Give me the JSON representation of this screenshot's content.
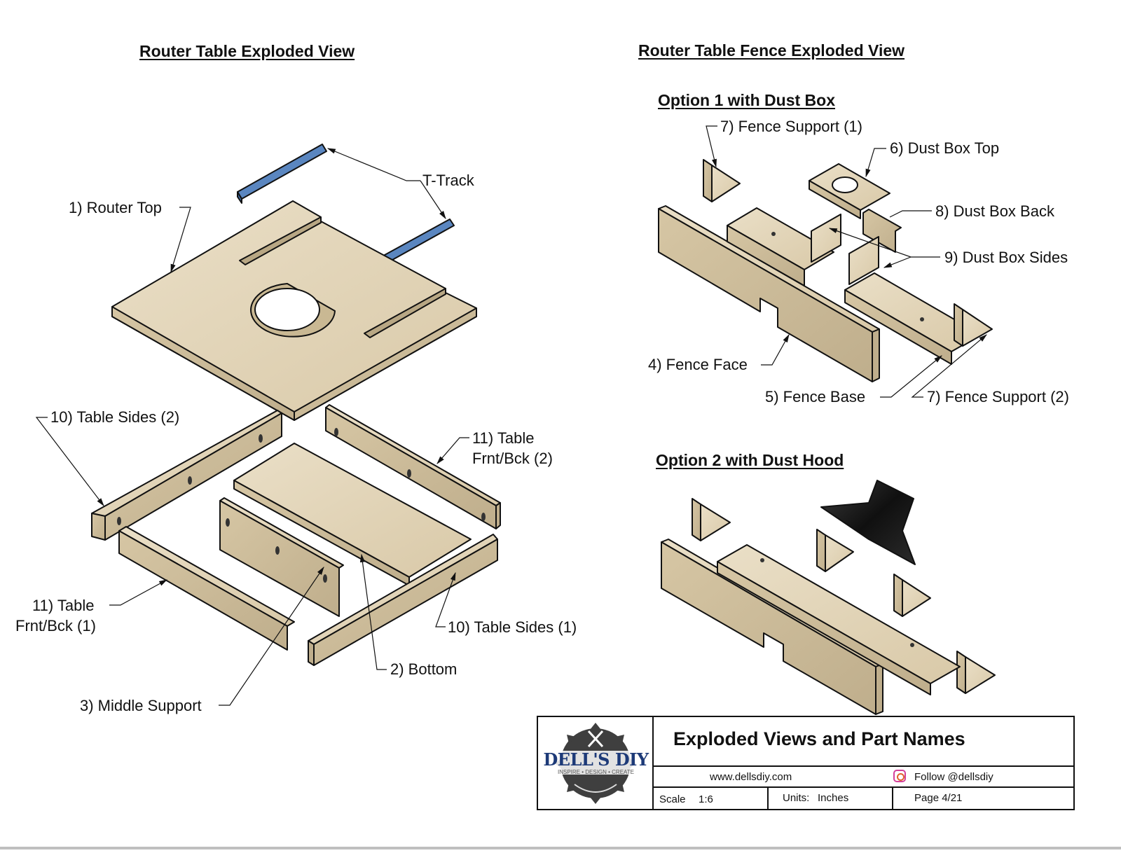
{
  "headings": {
    "router_table": "Router Table Exploded View",
    "fence": "Router Table Fence Exploded View",
    "option1": "Option 1 with Dust Box",
    "option2": "Option 2 with Dust Hood"
  },
  "router_table_labels": {
    "router_top": "1)  Router Top",
    "t_track": "T-Track",
    "table_sides_2": "10) Table Sides (2)",
    "table_frnt_bck_2_line1": "11) Table",
    "table_frnt_bck_2_line2": "Frnt/Bck (2)",
    "table_frnt_bck_1_line1": "11) Table",
    "table_frnt_bck_1_line2": "Frnt/Bck (1)",
    "table_sides_1": "10) Table Sides (1)",
    "bottom": "2)  Bottom",
    "middle_support": "3) Middle Support"
  },
  "fence_labels": {
    "fence_support_1": "7) Fence Support (1)",
    "dust_box_top": "6) Dust Box Top",
    "dust_box_back": "8) Dust Box Back",
    "dust_box_sides": "9) Dust Box Sides",
    "fence_face": "4) Fence Face",
    "fence_base": "5) Fence Base",
    "fence_support_2": "7) Fence Support (2)"
  },
  "title_block": {
    "logo_name": "DELL'S DIY",
    "logo_tagline": "INSPIRE • DESIGN • CREATE",
    "title": "Exploded Views and Part Names",
    "website": "www.dellsdiy.com",
    "social_icon": "instagram-icon",
    "social": "Follow @dellsdiy",
    "scale_label": "Scale",
    "scale_value": "1:6",
    "units_label": "Units:",
    "units_value": "Inches",
    "page": "Page 4/21"
  },
  "colors": {
    "wood": "#e6d9bf",
    "wood_dark": "#cbbb98",
    "t_track": "#5a86c0",
    "dust_hood": "#1c1c1c",
    "logo_blue": "#1d3a78",
    "logo_gray": "#3f3f3f"
  }
}
